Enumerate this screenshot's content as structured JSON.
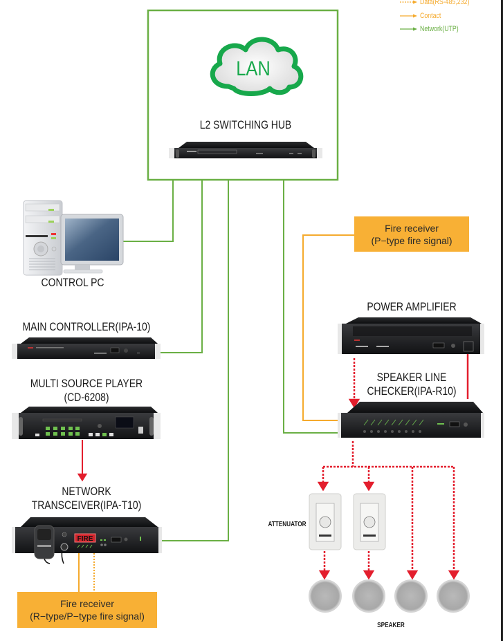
{
  "colors": {
    "network": "#6aaf44",
    "contact": "#f5aa2d",
    "data": "#f5aa2d",
    "speaker_line": "#e31e2d",
    "cloud": "#17a84b",
    "fire_box": "#f8b035",
    "device": "#1b1c1e"
  },
  "legend": [
    {
      "style": "dashed",
      "color_key": "data",
      "label": "Data(RS-485,232)"
    },
    {
      "style": "solid",
      "color_key": "contact",
      "label": "Contact"
    },
    {
      "style": "solid",
      "color_key": "network",
      "label": "Network(UTP)"
    }
  ],
  "hub": {
    "cloud_label": "LAN",
    "title": "L2 SWITCHING HUB"
  },
  "devices": {
    "control_pc": "CONTROL PC",
    "main_controller": "MAIN CONTROLLER(IPA-10)",
    "multi_source_player": [
      "MULTI SOURCE PLAYER",
      "(CD-6208)"
    ],
    "network_transceiver": [
      "NETWORK",
      "TRANSCEIVER(IPA-T10)"
    ],
    "transceiver_fire_badge": "FIRE",
    "power_amplifier": "POWER  AMPLIFIER",
    "speaker_line_checker": [
      "SPEAKER LINE",
      "CHECKER(IPA-R10)"
    ],
    "attenuator": "ATTENUATOR",
    "speaker": "SPEAKER"
  },
  "fire_receivers": {
    "top": [
      "Fire receiver",
      "(P−type fire signal)"
    ],
    "bottom": [
      "Fire receiver",
      "(R−type/P−type fire signal)"
    ]
  }
}
